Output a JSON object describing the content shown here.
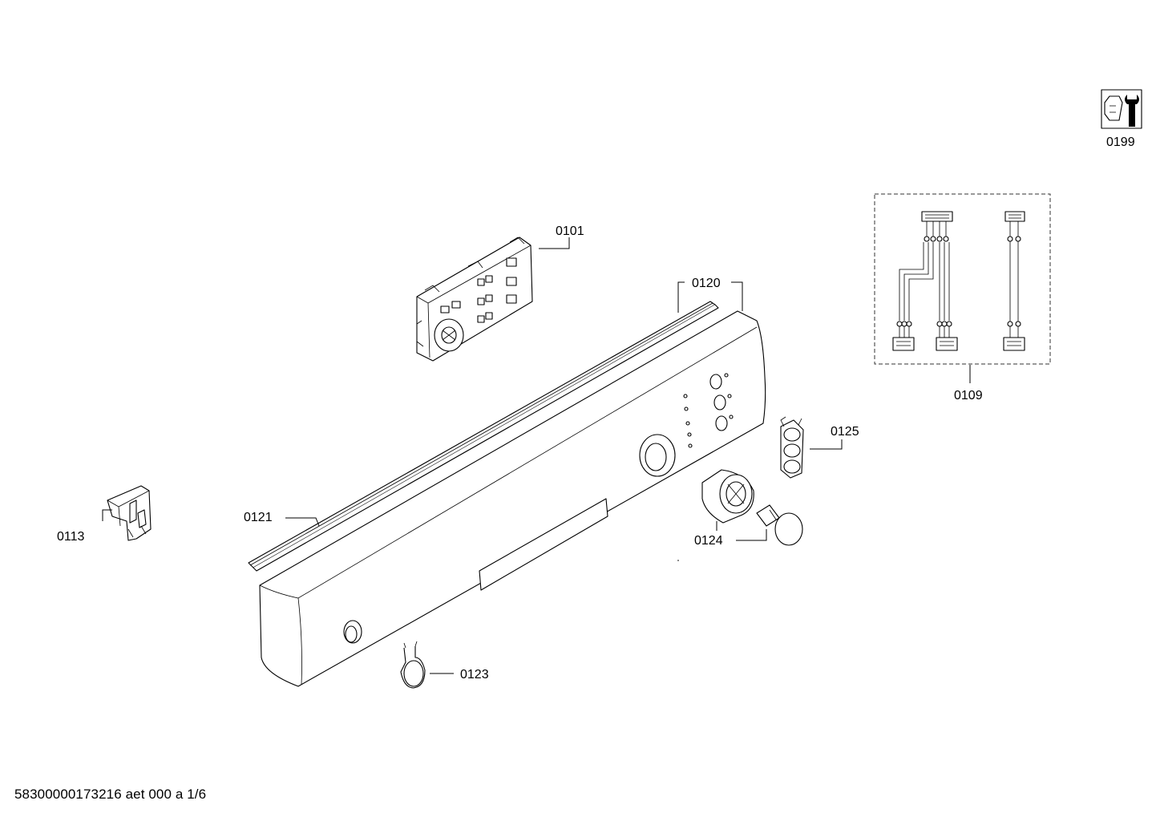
{
  "parts": [
    {
      "id": "p0101",
      "label": "0101",
      "icon": "control-module"
    },
    {
      "id": "p0120",
      "label": "0120",
      "icon": "control-panel-fascia"
    },
    {
      "id": "p0121",
      "label": "0121",
      "icon": "seal-strip"
    },
    {
      "id": "p0113",
      "label": "0113",
      "icon": "connector-clip"
    },
    {
      "id": "p0109",
      "label": "0109",
      "icon": "cable-harness-set"
    },
    {
      "id": "p0125",
      "label": "0125",
      "icon": "button-set"
    },
    {
      "id": "p0124",
      "label": "0124",
      "icon": "knob-assembly"
    },
    {
      "id": "p0123",
      "label": "0123",
      "icon": "push-button"
    },
    {
      "id": "p0199",
      "label": "0199",
      "icon": "service-tool-icon"
    }
  ],
  "footer": "58300000173216 aet 000 a 1/6"
}
